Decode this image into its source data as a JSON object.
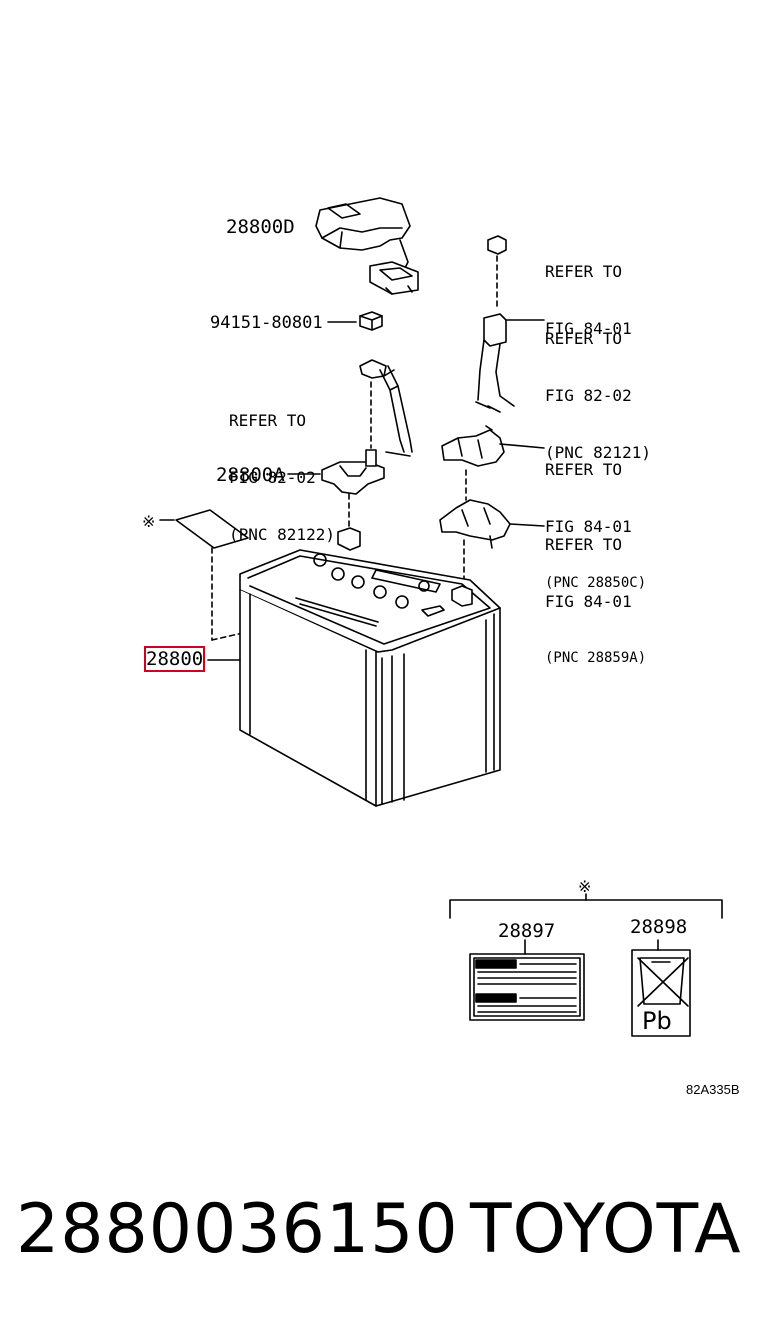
{
  "labels": {
    "cover": "28800D",
    "nut": "94151-80801",
    "clamp": "28800A",
    "battery": "28800",
    "label_left": "28897",
    "label_right": "28898",
    "note_marker": "※",
    "note_marker_group": "※"
  },
  "refs": [
    {
      "line1": "REFER TO",
      "line2": "FIG 84-01",
      "line3": ""
    },
    {
      "line1": "REFER TO",
      "line2": "FIG 82-02",
      "line3": "(PNC 82121)"
    },
    {
      "line1": "REFER TO",
      "line2": "FIG 82-02",
      "line3": "(PNC 82122)"
    },
    {
      "line1": "REFER TO",
      "line2": "FIG 84-01",
      "line3": "(PNC 28850C)"
    },
    {
      "line1": "REFER TO",
      "line2": "FIG 84-01",
      "line3": "(PNC 28859A)"
    }
  ],
  "sticker_symbol": "Pb",
  "drawing_code": "82A335B",
  "footer": {
    "part_number": "2880036150",
    "brand": "TOYOTA"
  },
  "colors": {
    "highlight": "#d0021b",
    "line": "#000000"
  }
}
